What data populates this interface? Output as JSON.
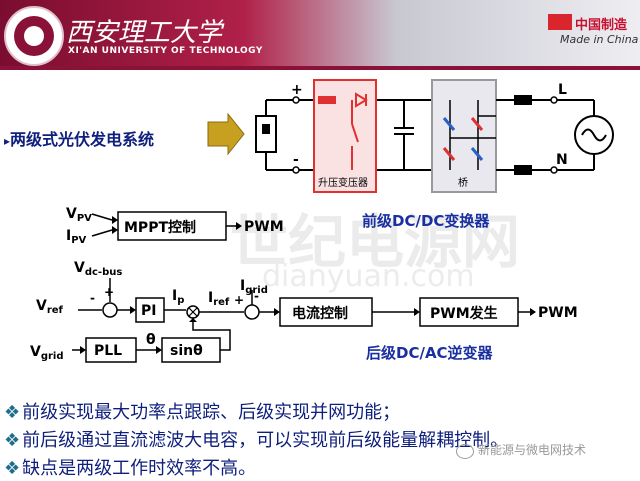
{
  "header": {
    "university_cn": "西安理工大学",
    "university_en": "XI'AN UNIVERSITY OF TECHNOLOGY",
    "made_cn": "中国制造",
    "made_en": "Made in China"
  },
  "slide": {
    "system_title": "两级式光伏发电系统"
  },
  "circuit": {
    "boost_label": "升压变压器",
    "bridge_label": "桥",
    "plus": "+",
    "minus": "-",
    "L": "L",
    "N": "N"
  },
  "control": {
    "vpv": "V",
    "vpv_sub": "PV",
    "ipv": "I",
    "ipv_sub": "PV",
    "mppt": "MPPT控制",
    "pwm1": "PWM",
    "front_caption": "前级DC/DC变换器",
    "vdc": "V",
    "vdc_sub": "dc-bus",
    "igrid": "I",
    "igrid_sub": "grid",
    "vref": "V",
    "vref_sub": "ref",
    "pi": "PI",
    "ip": "I",
    "ip_sub": "p",
    "iref": "I",
    "iref_sub": "ref",
    "current_ctrl": "电流控制",
    "pwm_gen": "PWM发生",
    "pwm2": "PWM",
    "vgrid": "V",
    "vgrid_sub": "grid",
    "pll": "PLL",
    "theta": "θ",
    "sin": "sinθ",
    "rear_caption": "后级DC/AC逆变器"
  },
  "bullets": [
    "前级实现最大功率点跟踪、后级实现并网功能；",
    "前后级通过直流滤波大电容，可以实现前后级能量解耦控制。",
    "缺点是两级工作时效率不高。"
  ],
  "bullet_marker": "❖",
  "wechat": "新能源与微电网技术",
  "colors": {
    "title_blue": "#0f1f7c",
    "caption_blue": "#1a2fa0",
    "boost_red": "#e03030",
    "arrow_gold": "#c8a020"
  }
}
